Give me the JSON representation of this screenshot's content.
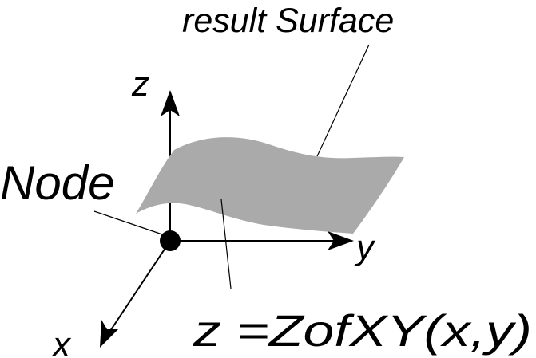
{
  "diagram": {
    "surface_label": "result Surface",
    "axis_z_label": "z",
    "axis_y_label": "y",
    "axis_x_label": "x",
    "node_label": "Node",
    "formula": "z =ZofXY(x,y)",
    "colors": {
      "surface": "#aaaaaa",
      "ink": "#000000",
      "background": "#ffffff"
    }
  }
}
